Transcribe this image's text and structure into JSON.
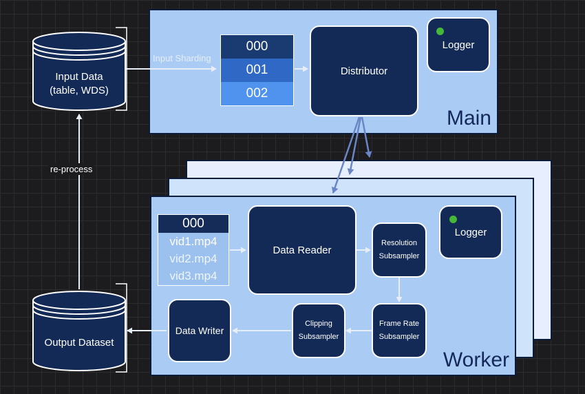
{
  "main": {
    "title": "Main",
    "shards": [
      "000",
      "001",
      "002"
    ],
    "distributor": "Distributor",
    "logger": "Logger"
  },
  "worker": {
    "title": "Worker",
    "file_list": {
      "header": "000",
      "files": [
        "vid1.mp4",
        "vid2.mp4",
        "vid3.mp4"
      ]
    },
    "data_reader": "Data Reader",
    "resolution_subsampler": [
      "Resolution",
      "Subsampler"
    ],
    "frame_rate_subsampler": [
      "Frame Rate",
      "Subsampler"
    ],
    "clipping_subsampler": [
      "Clipping",
      "Subsampler"
    ],
    "data_writer": "Data Writer",
    "logger": "Logger"
  },
  "input_data": {
    "line1": "Input Data",
    "line2": "(table, WDS)"
  },
  "output_dataset": {
    "label": "Output Dataset"
  },
  "edges": {
    "input_sharding": "Input Sharding",
    "re_process": "re-process"
  },
  "colors": {
    "node_fill": "#142a56",
    "panel_fill": "#a9cbf4",
    "shard_colors": [
      "#1a3a72",
      "#2f68c5",
      "#4f93ee"
    ],
    "logger_dot": "#46b838",
    "edge": "#e8eef7"
  }
}
